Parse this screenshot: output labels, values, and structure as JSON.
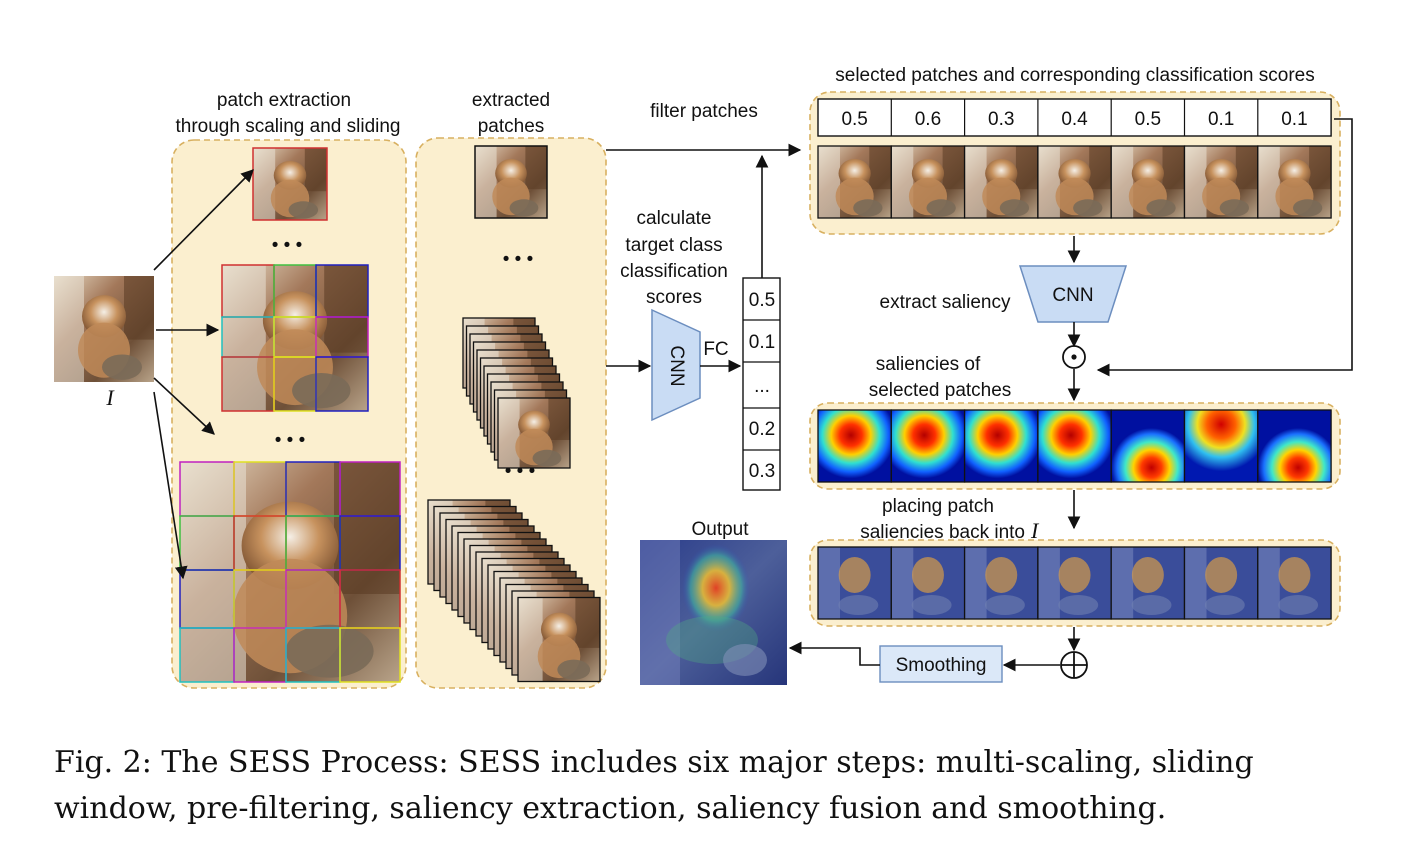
{
  "labels": {
    "patch_extraction_1": "patch extraction",
    "patch_extraction_2": "through scaling and sliding",
    "extracted_1": "extracted",
    "extracted_2": "patches",
    "filter_patches": "filter patches",
    "calc_1": "calculate",
    "calc_2": "target class",
    "calc_3": "classification",
    "calc_4": "scores",
    "selected_title": "selected  patches and corresponding  classification scores",
    "extract_saliency": "extract saliency",
    "saliencies_1": "saliencies of",
    "saliencies_2": "selected patches",
    "placing_1": "placing patch",
    "placing_2": "saliencies back into",
    "placing_i": "I",
    "output": "Output",
    "smoothing": "Smoothing",
    "cnn_top": "CNN",
    "cnn_side": "CNN",
    "fc": "FC",
    "input_i": "I",
    "ellipsis": "• • •"
  },
  "fc_scores": [
    "0.5",
    "0.1",
    "...",
    "0.2",
    "0.3"
  ],
  "selected_scores": [
    "0.5",
    "0.6",
    "0.3",
    "0.4",
    "0.5",
    "0.1",
    "0.1"
  ],
  "caption_line1": "Fig. 2: The SESS Process: SESS includes six major steps: multi-scaling, sliding",
  "caption_line2": "window, pre-filtering, saliency extraction, saliency fusion and smoothing.",
  "colors": {
    "panel_fill": "#fbefcf",
    "panel_stroke": "#d8b060",
    "cnn_fill": "#c9dcf4",
    "cnn_stroke": "#6c8ebf",
    "photo_dark": "#5a4630",
    "photo_light": "#c9a77a"
  }
}
